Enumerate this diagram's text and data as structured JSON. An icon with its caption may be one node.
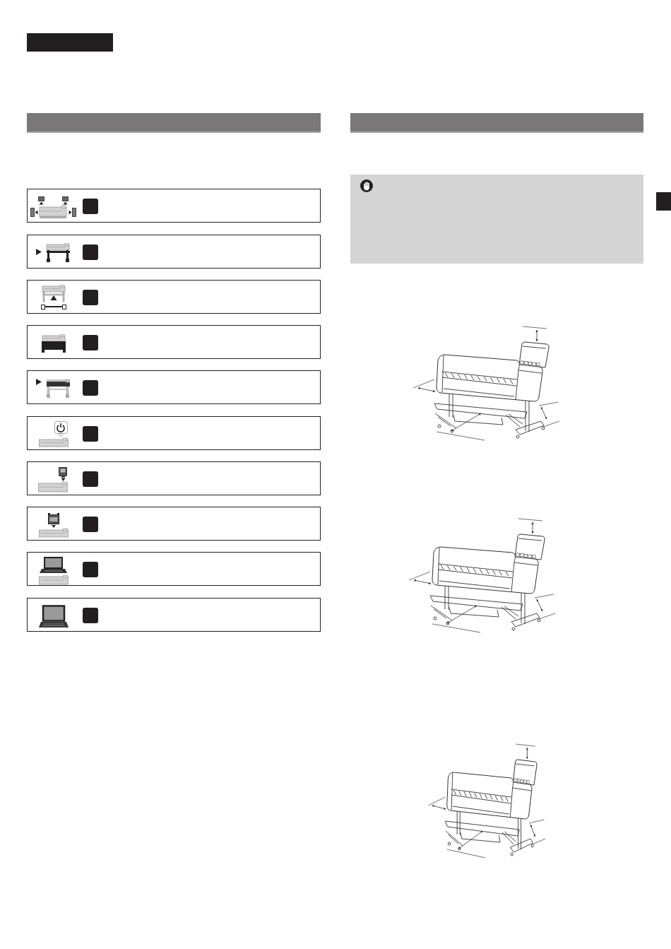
{
  "diagram": {
    "nodes": [
      {
        "text": [],
        "shape": "box"
      },
      {
        "text": [],
        "shape": "bar"
      },
      {
        "text": [],
        "shape": "box"
      },
      {
        "text": [],
        "shape": "box"
      },
      {
        "text": [],
        "shape": "box"
      },
      {
        "text": [],
        "shape": "box"
      },
      {
        "text": [],
        "shape": "box"
      },
      {
        "text": [],
        "shape": "box"
      },
      {
        "text": [],
        "shape": "box"
      },
      {
        "text": [],
        "shape": "box"
      },
      {
        "text": [],
        "shape": "box"
      },
      {
        "text": [],
        "shape": "box"
      },
      {
        "text": [],
        "shape": "bar"
      },
      {
        "text": [],
        "shape": "box"
      },
      {
        "text": [],
        "shape": "box"
      }
    ]
  }
}
